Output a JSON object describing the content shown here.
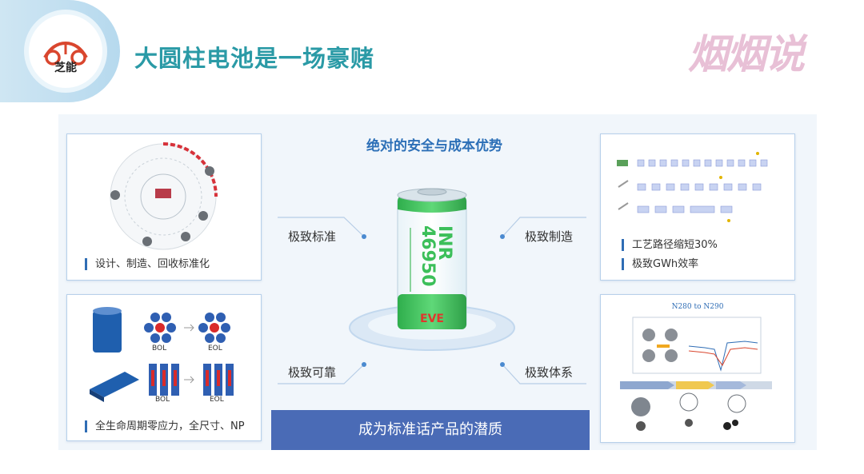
{
  "header": {
    "logo_text": "芝能",
    "title": "大圆柱电池是一场豪赌",
    "watermark": "烟烟说"
  },
  "main": {
    "center_title": "绝对的安全与成本优势",
    "labels": {
      "standard": "极致标准",
      "manufacturing": "极致制造",
      "reliable": "极致可靠",
      "system": "极致体系"
    },
    "battery": {
      "model_prefix": "INR",
      "model_number": "46950",
      "brand": "EVE"
    },
    "cards": {
      "top_left": {
        "captions": [
          "设计、制造、回收标准化"
        ]
      },
      "top_right": {
        "captions": [
          "工艺路径缩短30%",
          "极致GWh效率"
        ]
      },
      "bottom_left": {
        "captions": [
          "全生命周期零应力，全尺寸、NP"
        ],
        "tags": [
          "BOL",
          "EOL",
          "BOL",
          "EOL"
        ]
      },
      "bottom_right": {
        "chart_heading": "N280 to N290"
      }
    },
    "banner": "成为标准话产品的潜质"
  },
  "colors": {
    "accent": "#2a9aa6",
    "blue": "#2f6db5",
    "banner": "#4a6bb6",
    "battery_green": "#3cbf5a"
  }
}
